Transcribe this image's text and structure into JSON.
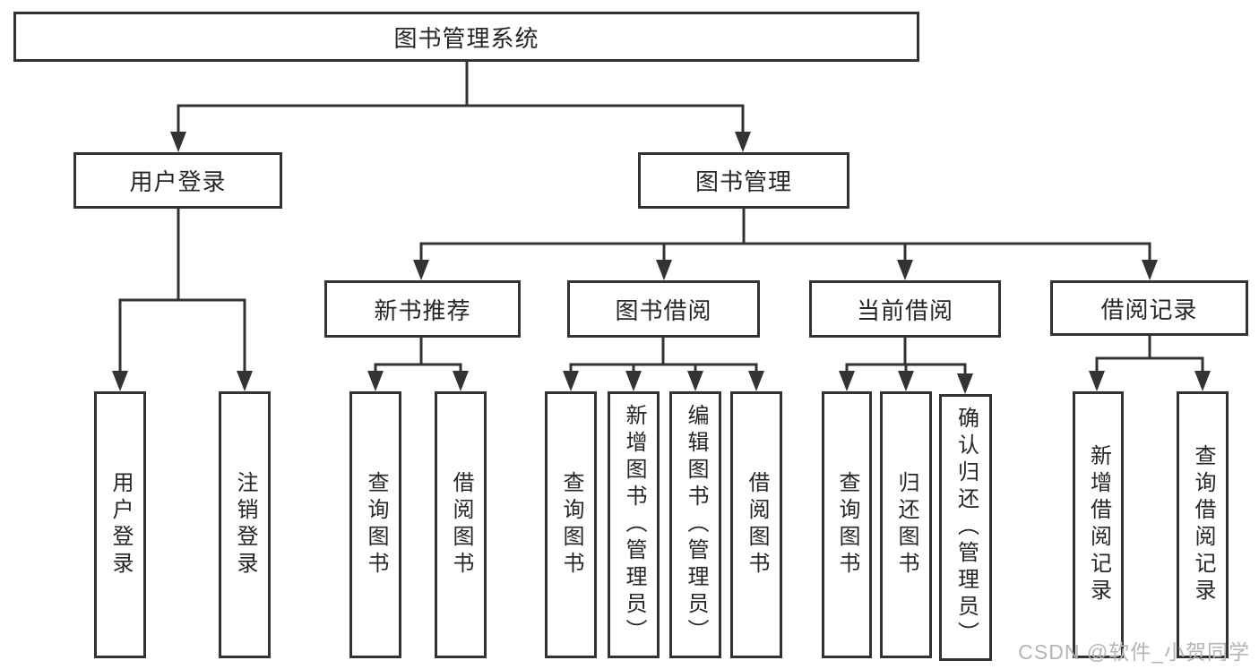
{
  "tree": {
    "root": {
      "label": "图书管理系统"
    },
    "children": [
      {
        "label": "用户登录",
        "children": [
          {
            "label": "用户登录"
          },
          {
            "label": "注销登录"
          }
        ]
      },
      {
        "label": "图书管理",
        "children": [
          {
            "label": "新书推荐",
            "children": [
              {
                "label": "查询图书"
              },
              {
                "label": "借阅图书"
              }
            ]
          },
          {
            "label": "图书借阅",
            "children": [
              {
                "label": "查询图书"
              },
              {
                "label": "新增图书（管理员）"
              },
              {
                "label": "编辑图书（管理员）"
              },
              {
                "label": "借阅图书"
              }
            ]
          },
          {
            "label": "当前借阅",
            "children": [
              {
                "label": "查询图书"
              },
              {
                "label": "归还图书"
              },
              {
                "label": "确认归还（管理员）"
              }
            ]
          },
          {
            "label": "借阅记录",
            "children": [
              {
                "label": "新增借阅记录"
              },
              {
                "label": "查询借阅记录"
              }
            ]
          }
        ]
      }
    ]
  },
  "watermark": {
    "text": "CSDN @软件_小贺同学"
  },
  "colors": {
    "line": "#333333",
    "text": "#262626",
    "bg": "#ffffff",
    "watermark": "#b5b5b5"
  }
}
